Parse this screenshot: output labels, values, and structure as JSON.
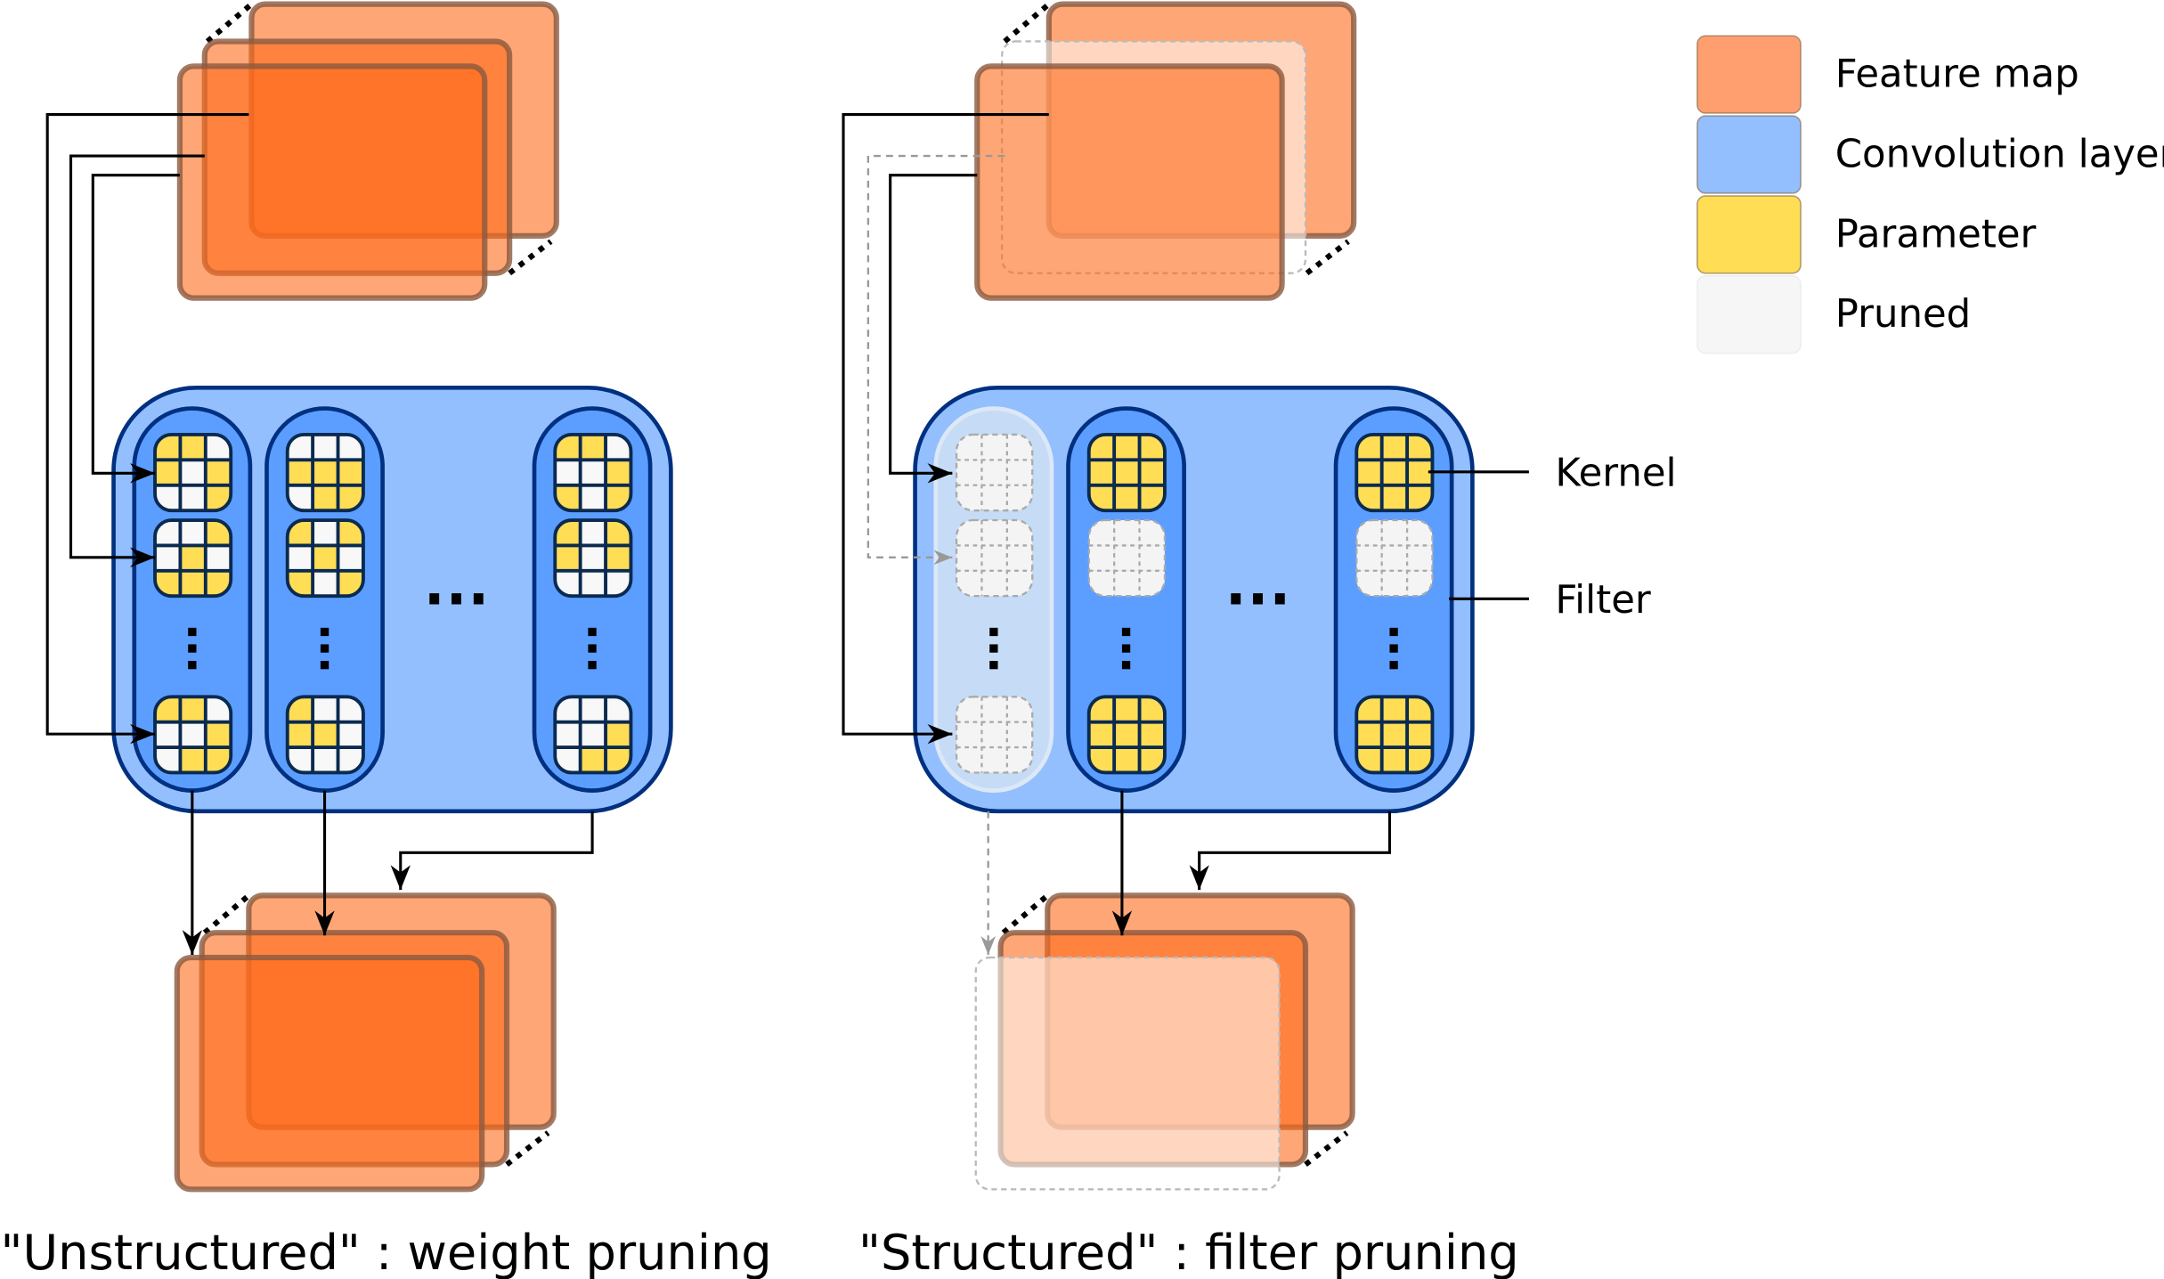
{
  "colors": {
    "feature_map": "#ff8a4c",
    "feature_map_stroke": "#8a5a40",
    "conv_layer": "#94bfff",
    "filter": "#5c9eff",
    "conv_stroke": "#003080",
    "parameter": "#ffdd55",
    "empty_cell": "#f8f8f8",
    "pruned": "#f4f4f4"
  },
  "legend": [
    {
      "label": "Feature map",
      "color": "#ff9f70"
    },
    {
      "label": "Convolution layer",
      "color": "#94bfff"
    },
    {
      "label": "Parameter",
      "color": "#ffdd55"
    },
    {
      "label": "Pruned",
      "color": "#f6f6f6"
    }
  ],
  "labels": {
    "kernel": "Kernel",
    "filter": "Filter"
  },
  "captions": {
    "unstructured": "\"Unstructured\" : weight pruning",
    "structured": "\"Structured\" : filter pruning"
  },
  "unstructured_filters": [
    [
      [
        "110",
        "101",
        "001"
      ],
      [
        "001",
        "010",
        "111"
      ],
      [
        "110",
        "001",
        "011"
      ]
    ],
    [
      [
        "000",
        "111",
        "011"
      ],
      [
        "101",
        "010",
        "101"
      ],
      [
        "100",
        "110",
        "000"
      ]
    ],
    [
      [
        "110",
        "001",
        "101"
      ],
      [
        "101",
        "101",
        "000"
      ],
      [
        "000",
        "001",
        "011"
      ]
    ]
  ],
  "structured_filters": [
    [
      "pruned",
      "pruned",
      "pruned"
    ],
    [
      "full",
      "pruned",
      "full"
    ],
    [
      "full",
      "pruned",
      "full"
    ]
  ]
}
